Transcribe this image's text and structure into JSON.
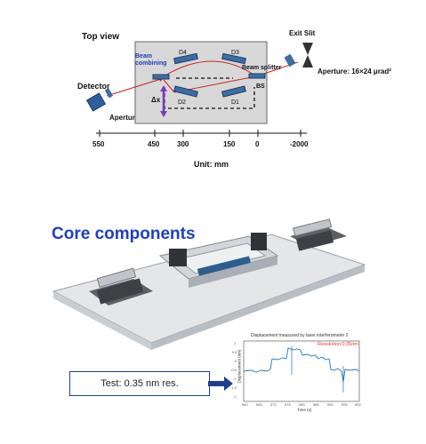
{
  "top_view": {
    "title": "Top view",
    "labels": {
      "exit_slit": "Exit Slit",
      "aperture_right": "Aperture:  16×24 μrad²",
      "detector": "Detector",
      "aperture_left": "Aperture",
      "beam_combining": "Beam combining",
      "beam_splitter": "Beam splitter",
      "bs": "BS",
      "d1": "D1",
      "d2": "D2",
      "d3": "D3",
      "d4": "D4",
      "delta_x": "Δx"
    },
    "axis": {
      "ticks": [
        "550",
        "450",
        "300",
        "150",
        "0",
        "-2000"
      ],
      "unit": "Unit:  mm"
    }
  },
  "core": {
    "title": "Core components",
    "test_box": "Test: 0.35 nm res.",
    "plot": {
      "title": "Displacement measured by laser interferometer 2",
      "resolution": "Resolution:0.35nm",
      "xlabel": "Time (s)",
      "ylabel": "Displacement (nm)",
      "x_ticks": [
        "560",
        "565",
        "570",
        "575",
        "580",
        "585",
        "590",
        "595",
        "600"
      ],
      "y_ticks": [
        "1",
        "0.5",
        "0",
        "-0.5",
        "-1",
        "-1.5",
        "-2"
      ]
    }
  },
  "colors": {
    "blue_title": "#1f3fbf",
    "beam_red": "#d02020",
    "mirror_blue": "#3a6ea5",
    "chamber_fill": "#d8d8d8",
    "plot_line": "#1f77b4"
  }
}
